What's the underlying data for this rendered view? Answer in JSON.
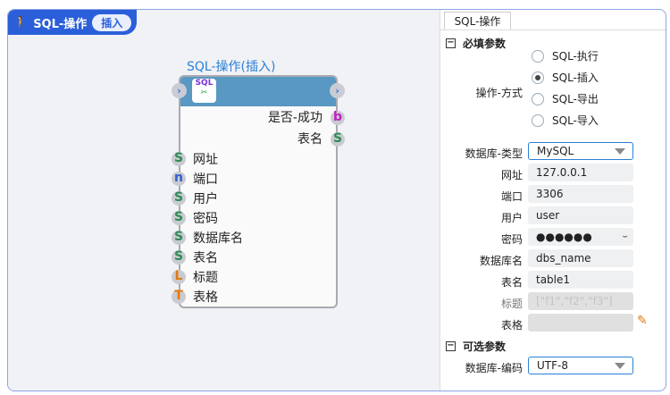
{
  "header": {
    "title": "SQL-操作",
    "badge": "插入",
    "icon": "walking-person-icon"
  },
  "node": {
    "title": "SQL-操作(插入)",
    "icon_text": "SQL",
    "outputs": [
      {
        "label": "是否-成功",
        "type": "b",
        "color": "#c020c0"
      },
      {
        "label": "表名",
        "type": "S",
        "color": "#2e8b57"
      }
    ],
    "inputs": [
      {
        "label": "网址",
        "type": "S",
        "color": "#2e8b57"
      },
      {
        "label": "端口",
        "type": "n",
        "color": "#2f5fd0"
      },
      {
        "label": "用户",
        "type": "S",
        "color": "#2e8b57"
      },
      {
        "label": "密码",
        "type": "S",
        "color": "#2e8b57"
      },
      {
        "label": "数据库名",
        "type": "S",
        "color": "#2e8b57"
      },
      {
        "label": "表名",
        "type": "S",
        "color": "#2e8b57"
      },
      {
        "label": "标题",
        "type": "L",
        "color": "#e07a10"
      },
      {
        "label": "表格",
        "type": "T",
        "color": "#e07a10"
      }
    ]
  },
  "panel": {
    "tab": "SQL-操作",
    "required": "必填参数",
    "optional": "可选参数",
    "collapse": "−",
    "mode_label": "操作-方式",
    "modes": [
      "SQL-执行",
      "SQL-插入",
      "SQL-导出",
      "SQL-导入"
    ],
    "mode_selected": 1,
    "db_type_label": "数据库-类型",
    "db_type": "MySQL",
    "url_label": "网址",
    "url": "127.0.0.1",
    "port_label": "端口",
    "port": "3306",
    "user_label": "用户",
    "user": "user",
    "pwd_label": "密码",
    "pwd": "●●●●●●",
    "db_label": "数据库名",
    "db": "dbs_name",
    "table_label": "表名",
    "table": "table1",
    "title_label": "标题",
    "title_placeholder": "[\"f1\",\"f2\",\"f3\"]",
    "grid_label": "表格",
    "grid": "",
    "enc_label": "数据库-编码",
    "enc": "UTF-8"
  }
}
